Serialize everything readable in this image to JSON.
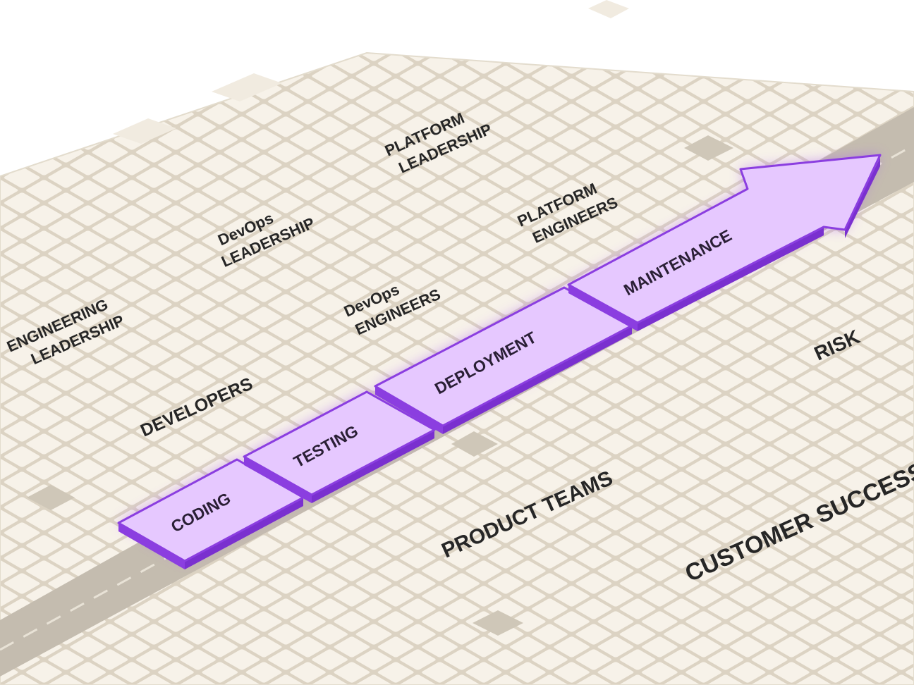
{
  "groups": {
    "engineering_leadership": [
      "ENGINEERING",
      "LEADERSHIP"
    ],
    "devops_leadership": [
      "DevOps",
      "LEADERSHIP"
    ],
    "platform_leadership": [
      "PLATFORM",
      "LEADERSHIP"
    ],
    "platform_engineers": [
      "PLATFORM",
      "ENGINEERS"
    ],
    "devops_engineers": [
      "DevOps",
      "ENGINEERS"
    ],
    "developers": "DEVELOPERS",
    "risk": "RISK",
    "product_teams": "PRODUCT TEAMS",
    "customer_success": "CUSTOMER SUCCESS"
  },
  "stages": [
    "CODING",
    "TESTING",
    "DEPLOYMENT",
    "MAINTENANCE"
  ],
  "colors": {
    "ground": "#f3ede2",
    "tile": "#f7f2e9",
    "tile_line": "#dcd3c3",
    "road": "#c4bcaf",
    "dark_tile": "#cfc7b8",
    "arrow_fill": "#e6c8ff",
    "arrow_edge": "#8b3ee0",
    "text": "#262626"
  }
}
